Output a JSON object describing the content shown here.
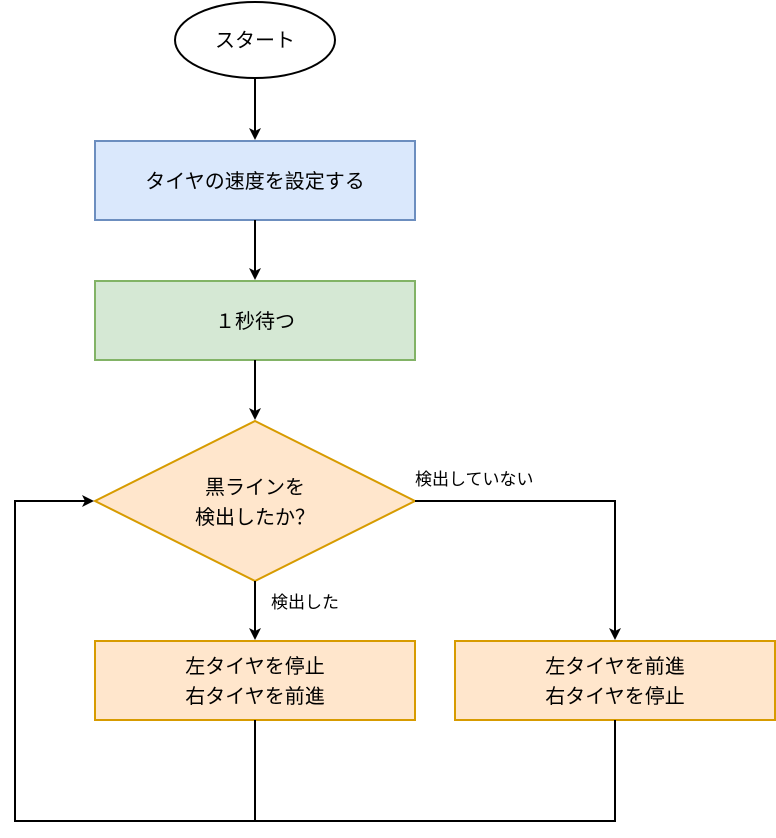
{
  "nodes": {
    "start": {
      "label": "スタート"
    },
    "set_speed": {
      "label": "タイヤの速度を設定する"
    },
    "wait": {
      "label": "１秒待つ"
    },
    "decision": {
      "lines": [
        "黒ラインを",
        "検出したか？"
      ]
    },
    "left_stop": {
      "lines": [
        "左タイヤを停止",
        "右タイヤを前進"
      ]
    },
    "left_forward": {
      "lines": [
        "左タイヤを前進",
        "右タイヤを停止"
      ]
    }
  },
  "edges": {
    "detected": "検出した",
    "not_detected": "検出していない"
  },
  "colors": {
    "blue_fill": "#dae8fc",
    "blue_stroke": "#6c8ebf",
    "green_fill": "#d5e8d4",
    "green_stroke": "#82b366",
    "orange_fill": "#ffe6cc",
    "orange_stroke": "#d79b00",
    "line": "#000000"
  }
}
